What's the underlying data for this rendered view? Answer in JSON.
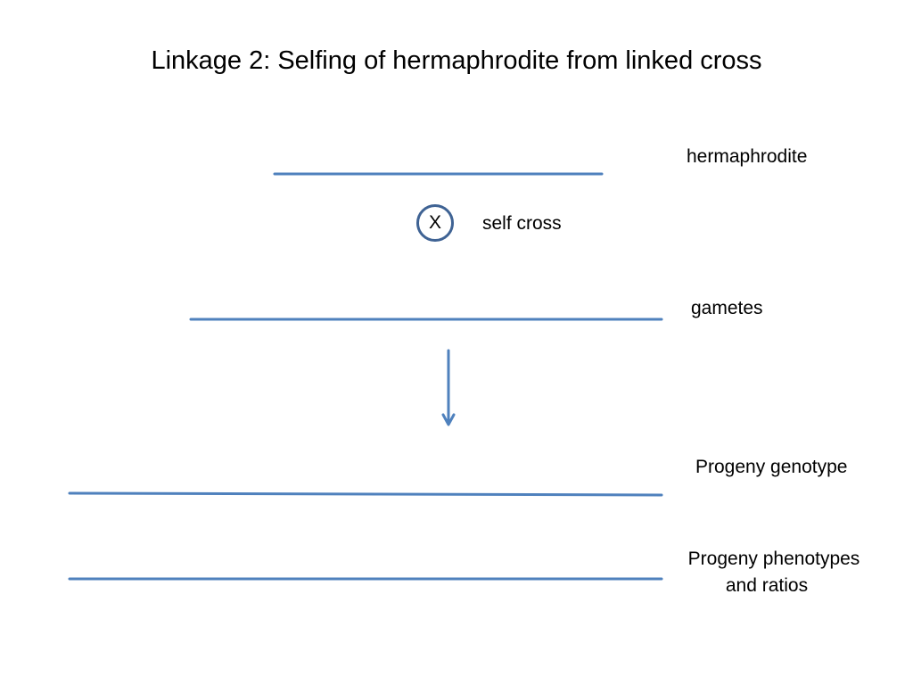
{
  "slide": {
    "title": "Linkage 2:  Selfing of hermaphrodite from linked cross"
  },
  "labels": {
    "hermaphrodite": "hermaphrodite",
    "cross_symbol": "X",
    "self_cross": "self cross",
    "gametes": "gametes",
    "progeny_genotype": "Progeny genotype",
    "progeny_phenotypes_line1": "Progeny phenotypes",
    "progeny_phenotypes_line2": "and ratios"
  },
  "colors": {
    "line": "#4f81bd",
    "circle_stroke": "#3f6394",
    "text": "#000000",
    "background": "#ffffff"
  },
  "icons": {
    "flow_arrow": "arrow-down-icon"
  }
}
